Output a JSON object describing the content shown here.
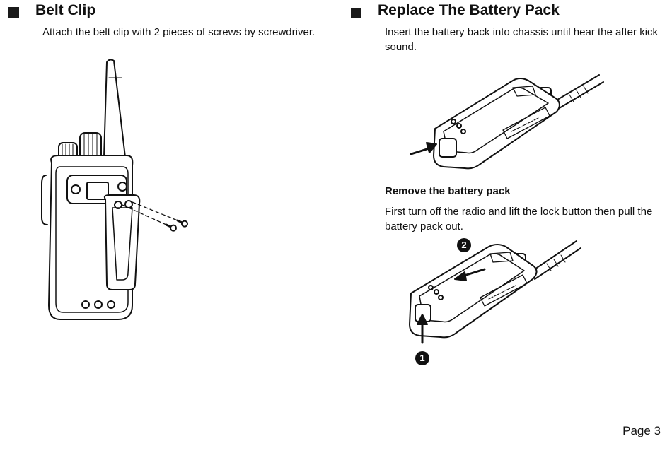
{
  "left": {
    "title": "Belt Clip",
    "body": "Attach the belt clip with 2 pieces of screws by screwdriver."
  },
  "right": {
    "title": "Replace The Battery Pack",
    "insert_text": "Insert the battery back into chassis until hear the after kick sound.",
    "remove_title": "Remove the battery pack",
    "remove_text": "First turn off the radio and lift the lock button then pull the battery pack out.",
    "steps": [
      "1",
      "2"
    ]
  },
  "footer": {
    "page": "Page 3"
  }
}
